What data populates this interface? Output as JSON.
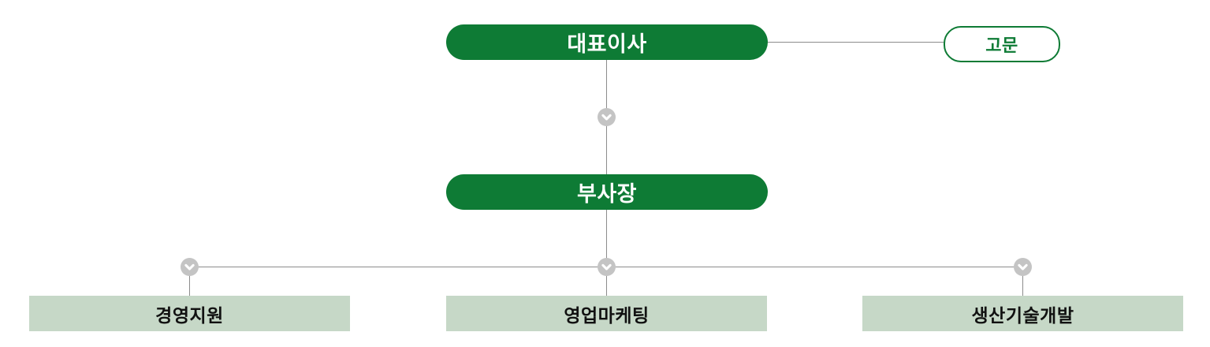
{
  "org_chart": {
    "type": "organization-chart",
    "colors": {
      "primary_green": "#0e7b35",
      "light_green_box": "#c6d8c7",
      "connector_line_gray": "#8c8c8c",
      "chevron_circle_gray": "#c4c4c4",
      "chevron_glyph_white": "#ffffff",
      "dept_text": "#111111",
      "background": "#ffffff"
    },
    "nodes": {
      "ceo": {
        "label": "대표이사"
      },
      "advisor": {
        "label": "고문"
      },
      "vice_president": {
        "label": "부사장"
      },
      "departments": [
        {
          "label": "경영지원"
        },
        {
          "label": "영업마케팅"
        },
        {
          "label": "생산기술개발"
        }
      ]
    },
    "edges": [
      {
        "from": "ceo",
        "to": "advisor"
      },
      {
        "from": "ceo",
        "to": "vice_president"
      },
      {
        "from": "vice_president",
        "to": "departments"
      }
    ]
  }
}
